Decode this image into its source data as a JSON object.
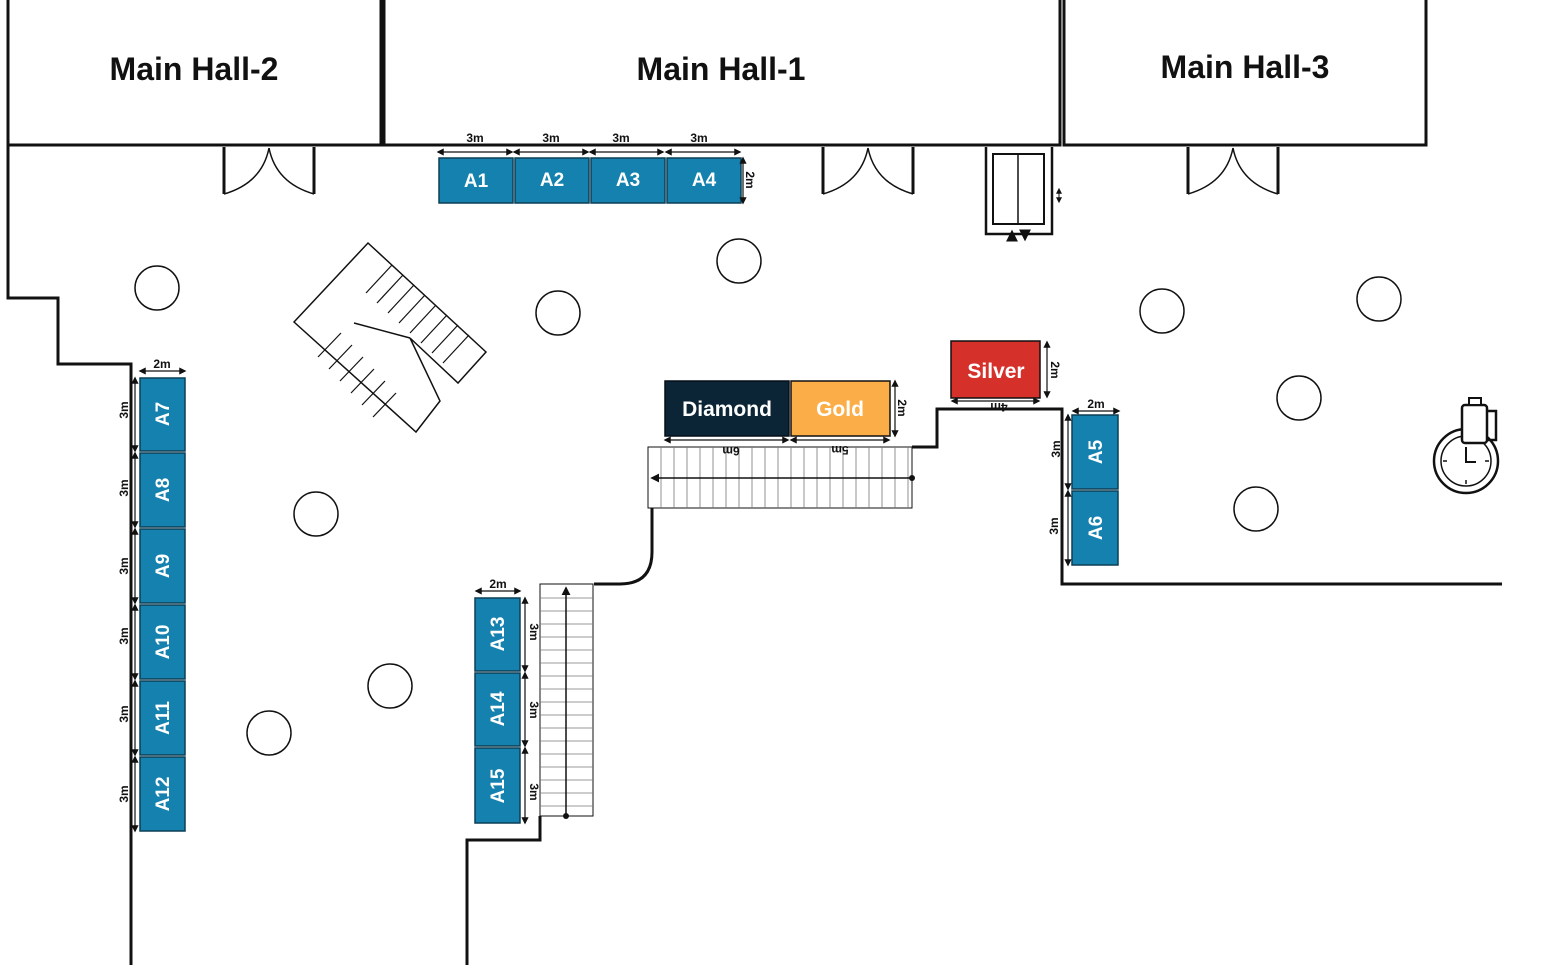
{
  "halls": {
    "main_hall_2": "Main Hall-2",
    "main_hall_1": "Main Hall-1",
    "main_hall_3": "Main Hall-3"
  },
  "booths": {
    "a1": "A1",
    "a2": "A2",
    "a3": "A3",
    "a4": "A4",
    "a5": "A5",
    "a6": "A6",
    "a7": "A7",
    "a8": "A8",
    "a9": "A9",
    "a10": "A10",
    "a11": "A11",
    "a12": "A12",
    "a13": "A13",
    "a14": "A14",
    "a15": "A15"
  },
  "sponsors": {
    "diamond": "Diamond",
    "gold": "Gold",
    "silver": "Silver"
  },
  "dimensions": {
    "three_m": "3m",
    "two_m": "2m",
    "four_m": "4m",
    "five_m": "5m",
    "six_m": "6m"
  },
  "colors": {
    "booth": "#1481AE",
    "diamond": "#0B2436",
    "gold": "#FBAE47",
    "silver": "#D6302A",
    "wall": "#111111"
  },
  "icons": {
    "elevator": "elevator-icon",
    "coffee_break": "coffee-clock-icon"
  }
}
